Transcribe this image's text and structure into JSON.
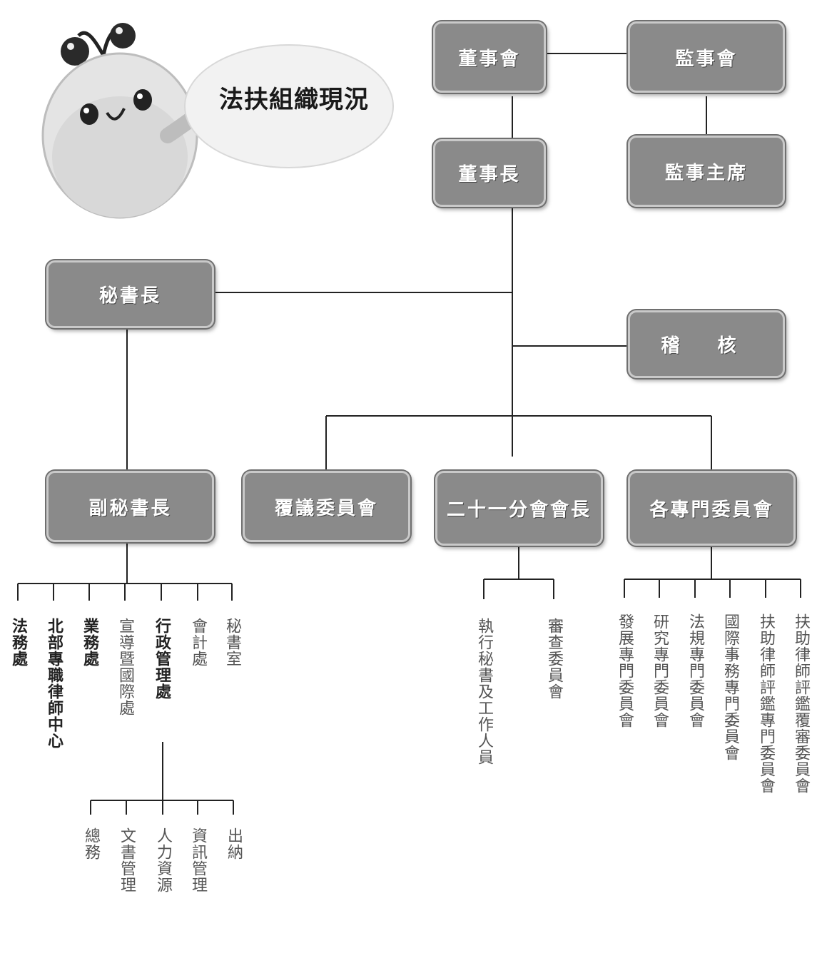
{
  "header": {
    "title": "法扶組織現況"
  },
  "nodes": {
    "board": "董事會",
    "supervisors": "監事會",
    "chairman": "董事長",
    "chief_supervisor": "監事主席",
    "secretary_general": "秘書長",
    "audit": "稽  核",
    "deputy_secretary_general": "副秘書長",
    "review_committee": "覆議委員會",
    "branch_heads": "二十一分會會長",
    "special_committees": "各專門委員會"
  },
  "departments": [
    "法務處",
    "北部專職律師中心",
    "業務處",
    "宣導暨國際處",
    "行政管理處",
    "會計處",
    "秘書室"
  ],
  "admin_units": [
    "總務",
    "文書管理",
    "人力資源",
    "資訊管理",
    "出納"
  ],
  "branch_units": [
    "執行秘書及工作人員",
    "審查委員會"
  ],
  "committees": [
    "發展專門委員會",
    "研究專門委員會",
    "法規專門委員會",
    "國際事務專門委員會",
    "扶助律師評鑑專門委員會",
    "扶助律師評鑑覆審委員會"
  ]
}
